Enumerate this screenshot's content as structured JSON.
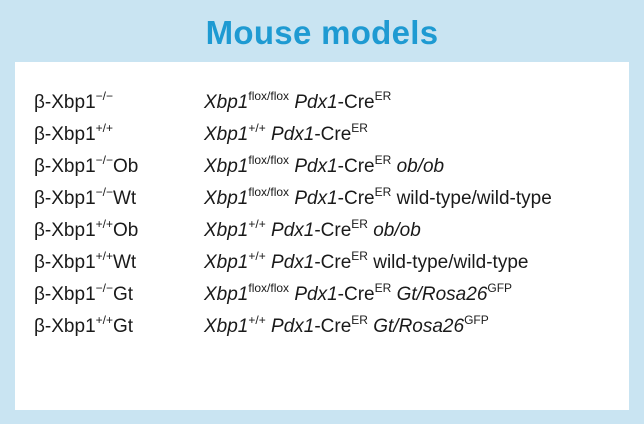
{
  "title": "Mouse models",
  "models": [
    {
      "prefix": "β-Xbp1",
      "sup": "−/−",
      "suffix": "",
      "g1": "Xbp1",
      "g1sup": "flox/flox",
      "g2": "Pdx1",
      "g3": "-Cre",
      "g3sup": "ER",
      "extra": "",
      "extraItalic": false,
      "extra2": "",
      "extra2sup": ""
    },
    {
      "prefix": "β-Xbp1",
      "sup": "+/+",
      "suffix": "",
      "g1": "Xbp1",
      "g1sup": "+/+",
      "g2": "Pdx1",
      "g3": "-Cre",
      "g3sup": "ER",
      "extra": "",
      "extraItalic": false,
      "extra2": "",
      "extra2sup": ""
    },
    {
      "prefix": "β-Xbp1",
      "sup": "−/−",
      "suffix": "Ob",
      "g1": "Xbp1",
      "g1sup": "flox/flox",
      "g2": "Pdx1",
      "g3": "-Cre",
      "g3sup": "ER",
      "extra": "ob/ob",
      "extraItalic": true,
      "extra2": "",
      "extra2sup": ""
    },
    {
      "prefix": "β-Xbp1",
      "sup": "−/−",
      "suffix": "Wt",
      "g1": "Xbp1",
      "g1sup": "flox/flox",
      "g2": "Pdx1",
      "g3": "-Cre",
      "g3sup": "ER",
      "extra": "wild-type/wild-type",
      "extraItalic": false,
      "extra2": "",
      "extra2sup": ""
    },
    {
      "prefix": "β-Xbp1",
      "sup": "+/+",
      "suffix": "Ob",
      "g1": "Xbp1",
      "g1sup": "+/+",
      "g2": "Pdx1",
      "g3": "-Cre",
      "g3sup": "ER",
      "extra": "ob/ob",
      "extraItalic": true,
      "extra2": "",
      "extra2sup": ""
    },
    {
      "prefix": "β-Xbp1",
      "sup": "+/+",
      "suffix": "Wt",
      "g1": "Xbp1",
      "g1sup": "+/+",
      "g2": "Pdx1",
      "g3": "-Cre",
      "g3sup": "ER",
      "extra": "wild-type/wild-type",
      "extraItalic": false,
      "extra2": "",
      "extra2sup": ""
    },
    {
      "prefix": "β-Xbp1",
      "sup": "−/−",
      "suffix": "Gt",
      "g1": "Xbp1",
      "g1sup": "flox/flox",
      "g2": "Pdx1",
      "g3": "-Cre",
      "g3sup": "ER",
      "extra": "",
      "extraItalic": false,
      "extra2": "Gt/Rosa26",
      "extra2sup": "GFP"
    },
    {
      "prefix": "β-Xbp1",
      "sup": "+/+",
      "suffix": "Gt",
      "g1": "Xbp1",
      "g1sup": "+/+",
      "g2": "Pdx1",
      "g3": "-Cre",
      "g3sup": "ER",
      "extra": "",
      "extraItalic": false,
      "extra2": "Gt/Rosa26",
      "extra2sup": "GFP"
    }
  ]
}
